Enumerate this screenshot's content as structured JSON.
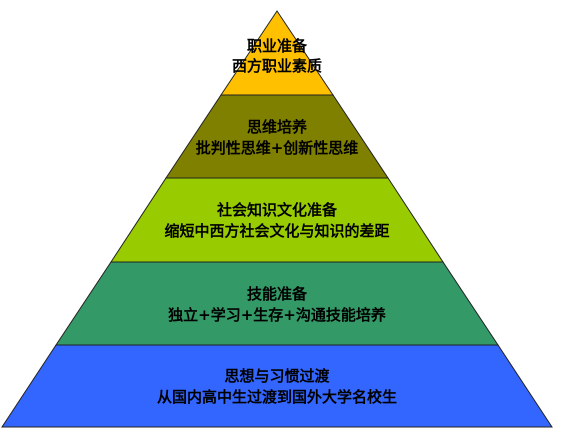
{
  "pyramid": {
    "tiers": [
      {
        "id": "tier-1",
        "title": "职业准备",
        "subtitle": "西方职业素质",
        "color": "#FFC000"
      },
      {
        "id": "tier-2",
        "title": "思维培养",
        "subtitle": "批判性思维+创新性思维",
        "color": "#808000"
      },
      {
        "id": "tier-3",
        "title": "社会知识文化准备",
        "subtitle": "缩短中西方社会文化与知识的差距",
        "color": "#99CC00"
      },
      {
        "id": "tier-4",
        "title": "技能准备",
        "subtitle": "独立+学习+生存+沟通技能培养",
        "color": "#339966"
      },
      {
        "id": "tier-5",
        "title": "思想与习惯过渡",
        "subtitle": "从国内高中生过渡到国外大学名校生",
        "color": "#3366FF"
      }
    ]
  }
}
